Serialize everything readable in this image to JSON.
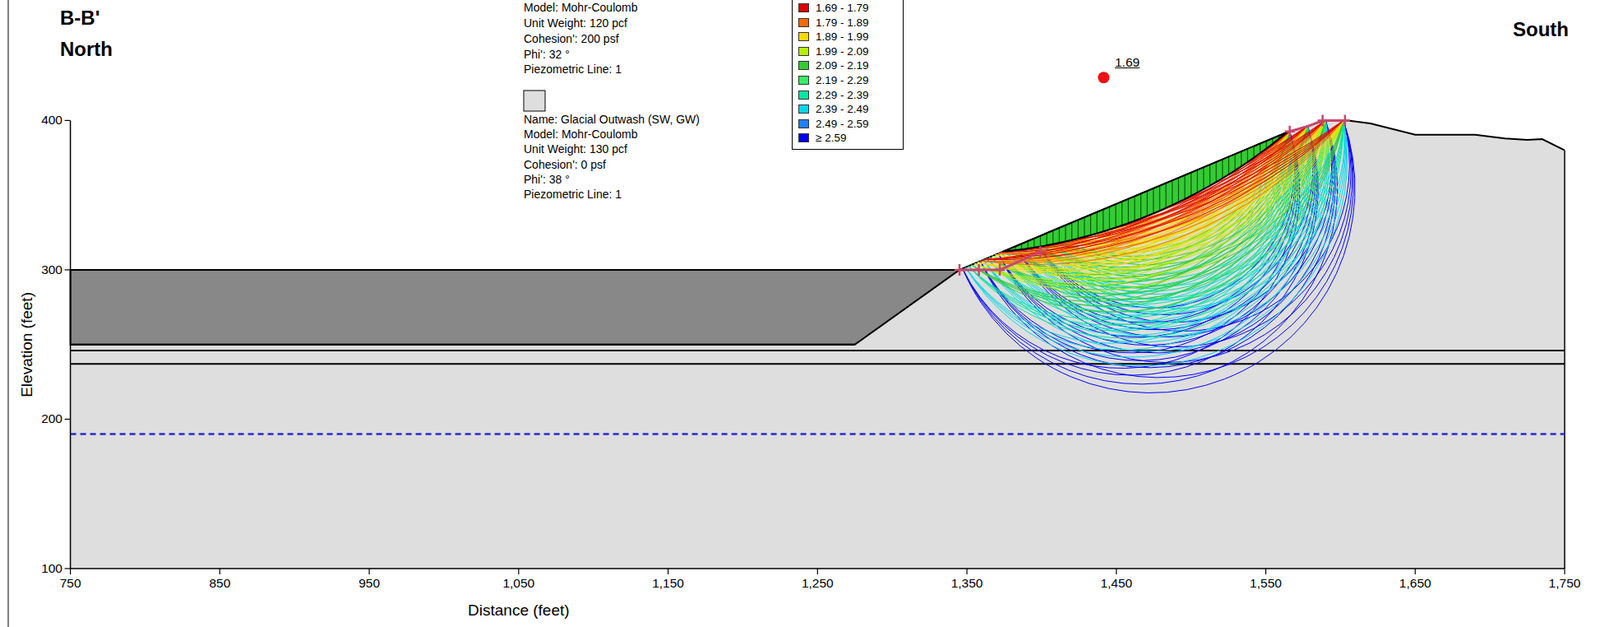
{
  "diagram": {
    "labels": [
      "B-B'",
      "North",
      "South",
      "Model: Mohr-Coulomb",
      "Unit Weight: 120 pcf",
      "Cohesion': 200 psf",
      "Phi': 32 °",
      "Piezometric Line: 1",
      "Name: Glacial Outwash (SW, GW)",
      "Model: Mohr-Coulomb",
      "Unit Weight: 130 pcf",
      "Cohesion': 0 psf",
      "Phi': 38 °",
      "Piezometric Line: 1",
      "1.69",
      "400",
      "300",
      "200",
      "100",
      "750",
      "850",
      "950",
      "1,050",
      "1,150",
      "1,250",
      "1,350",
      "1,450",
      "1,550",
      "1,650",
      "1,750",
      "Elevation (feet)",
      "Distance (feet)"
    ],
    "legend": [
      {
        "text": "1.69 - 1.79",
        "color": "#e00000"
      },
      {
        "text": "1.79 - 1.89",
        "color": "#ff6a00"
      },
      {
        "text": "1.89 - 1.99",
        "color": "#ffd800"
      },
      {
        "text": "1.99 - 2.09",
        "color": "#b6f000"
      },
      {
        "text": "2.09 - 2.19",
        "color": "#33cc33"
      },
      {
        "text": "2.19 - 2.29",
        "color": "#33ee66"
      },
      {
        "text": "2.29 - 2.39",
        "color": "#00e8a0"
      },
      {
        "text": "2.39 - 2.49",
        "color": "#00d8e8"
      },
      {
        "text": "2.49 - 2.59",
        "color": "#2080ff"
      },
      {
        "text": "≥ 2.59",
        "color": "#0000ff"
      }
    ]
  }
}
